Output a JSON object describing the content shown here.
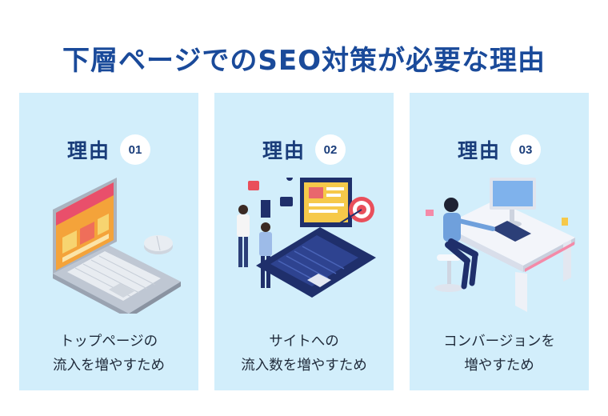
{
  "title": "下層ページでのSEO対策が必要な理由",
  "cards": [
    {
      "label": "理由",
      "number": "01",
      "caption_line1": "トップページの",
      "caption_line2": "流入を増やすため"
    },
    {
      "label": "理由",
      "number": "02",
      "caption_line1": "サイトへの",
      "caption_line2": "流入数を増やすため"
    },
    {
      "label": "理由",
      "number": "03",
      "caption_line1": "コンバージョンを",
      "caption_line2": "増やすため"
    }
  ],
  "colors": {
    "title": "#1a4a9a",
    "card_bg": "#d2eefb",
    "label": "#1a3d7a"
  },
  "icons": [
    "laptop-illustration",
    "seo-team-illustration",
    "desk-worker-illustration"
  ]
}
